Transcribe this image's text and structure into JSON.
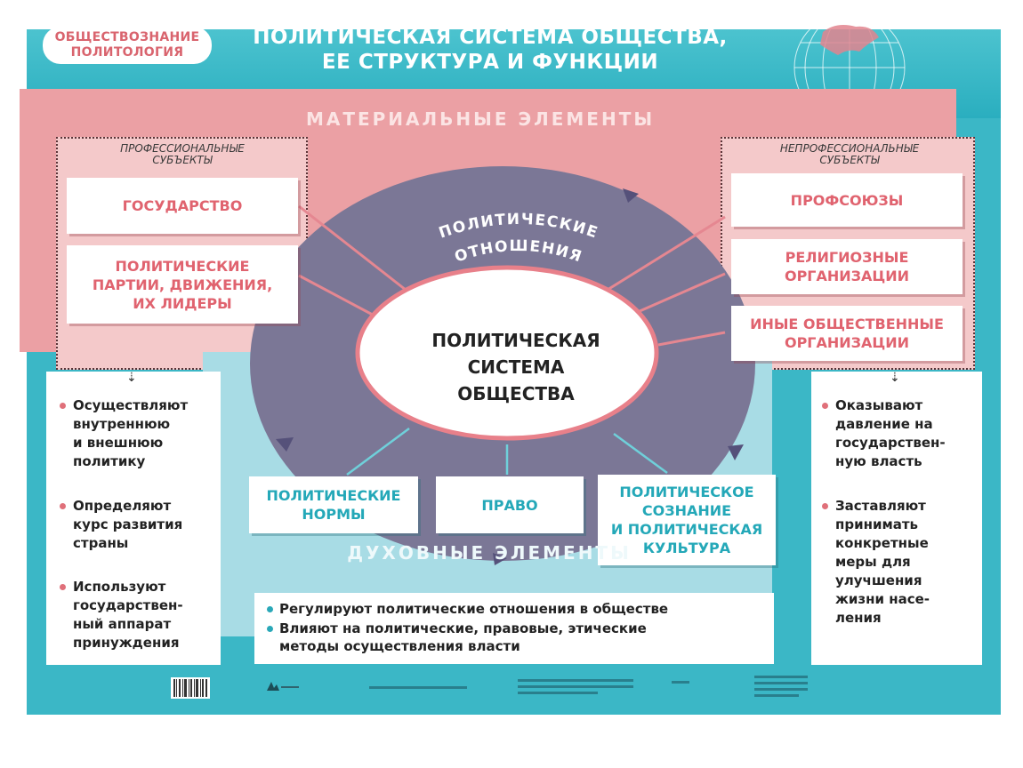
{
  "header": {
    "badge_line1": "ОБЩЕСТВОЗНАНИЕ",
    "badge_line2": "ПОЛИТОЛОГИЯ",
    "title_line1": "ПОЛИТИЧЕСКАЯ СИСТЕМА ОБЩЕСТВА,",
    "title_line2": "ЕЕ СТРУКТУРА И ФУНКЦИИ"
  },
  "material": {
    "label": "МАТЕРИАЛЬНЫЕ ЭЛЕМЕНТЫ",
    "professional_label_line1": "ПРОФЕССИОНАЛЬНЫЕ",
    "professional_label_line2": "СУБЪЕКТЫ",
    "nonprofessional_label_line1": "НЕПРОФЕССИОНАЛЬНЫЕ",
    "nonprofessional_label_line2": "СУБЪЕКТЫ",
    "left_boxes": [
      {
        "line1": "ГОСУДАРСТВО",
        "line2": "",
        "line3": ""
      },
      {
        "line1": "ПОЛИТИЧЕСКИЕ",
        "line2": "ПАРТИИ, ДВИЖЕНИЯ,",
        "line3": "ИХ ЛИДЕРЫ"
      }
    ],
    "right_boxes": [
      {
        "line1": "ПРОФСОЮЗЫ",
        "line2": ""
      },
      {
        "line1": "РЕЛИГИОЗНЫЕ",
        "line2": "ОРГАНИЗАЦИИ"
      },
      {
        "line1": "ИНЫЕ ОБЩЕСТВЕННЫЕ",
        "line2": "ОРГАНИЗАЦИИ"
      }
    ]
  },
  "center": {
    "relations_line1": "ПОЛИТИЧЕСКИЕ",
    "relations_line2": "ОТНОШЕНИЯ",
    "line1": "ПОЛИТИЧЕСКАЯ",
    "line2": "СИСТЕМА",
    "line3": "ОБЩЕСТВА"
  },
  "left_bullets": [
    {
      "line1": "Осуществляют",
      "line2": "внутреннюю",
      "line3": "и внешнюю",
      "line4": "политику"
    },
    {
      "line1": "Определяют",
      "line2": "курс развития",
      "line3": "страны",
      "line4": ""
    },
    {
      "line1": "Используют",
      "line2": "государствен-",
      "line3": "ный аппарат",
      "line4": "принуждения"
    }
  ],
  "right_bullets": [
    {
      "line1": "Оказывают",
      "line2": "давление на",
      "line3": "государствен-",
      "line4": "ную власть",
      "line5": "",
      "line6": ""
    },
    {
      "line1": "Заставляют",
      "line2": "принимать",
      "line3": "конкретные",
      "line4": "меры для",
      "line5": "улучшения",
      "line6": "жизни насе-",
      "line7": "ления"
    }
  ],
  "spiritual": {
    "label": "ДУХОВНЫЕ ЭЛЕМЕНТЫ",
    "boxes": [
      {
        "line1": "ПОЛИТИЧЕСКИЕ",
        "line2": "НОРМЫ",
        "line3": ""
      },
      {
        "line1": "ПРАВО",
        "line2": "",
        "line3": ""
      },
      {
        "line1": "ПОЛИТИЧЕСКОЕ",
        "line2": "СОЗНАНИЕ",
        "line3": "И ПОЛИТИЧЕСКАЯ",
        "line4": "КУЛЬТУРА"
      }
    ],
    "bullet1": "Регулируют политические отношения в обществе",
    "bullet2_line1": "Влияют на политические, правовые, этические",
    "bullet2_line2": "методы осуществления власти"
  },
  "colors": {
    "teal": "#3bb7c6",
    "pink_panel": "#eba0a4",
    "pink_text": "#e0636f",
    "ring": "#7b7796",
    "teal_text": "#24a8b8"
  }
}
